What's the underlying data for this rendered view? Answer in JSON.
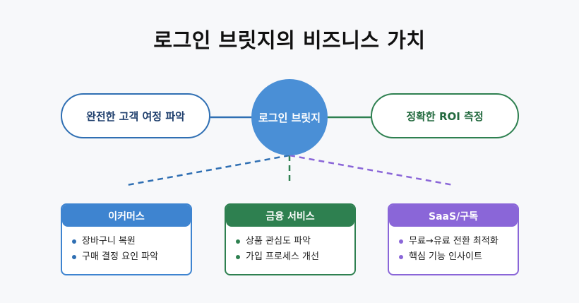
{
  "title": "로그인 브릿지의 비즈니스 가치",
  "hub": {
    "label": "로그인 브릿지"
  },
  "left_node": {
    "label": "완전한 고객 여정 파악"
  },
  "right_node": {
    "label": "정확한 ROI 측정"
  },
  "cards": [
    {
      "title": "이커머스",
      "items": [
        "장바구니 복원",
        "구매 결정 요인 파악"
      ],
      "color": "#3e84d0"
    },
    {
      "title": "금융 서비스",
      "items": [
        "상품 관심도 파악",
        "가입 프로세스 개선"
      ],
      "color": "#2e8050"
    },
    {
      "title": "SaaS/구독",
      "items": [
        "무료→유료 전환 최적화",
        "핵심 기능 인사이트"
      ],
      "color": "#8a66d8"
    }
  ]
}
